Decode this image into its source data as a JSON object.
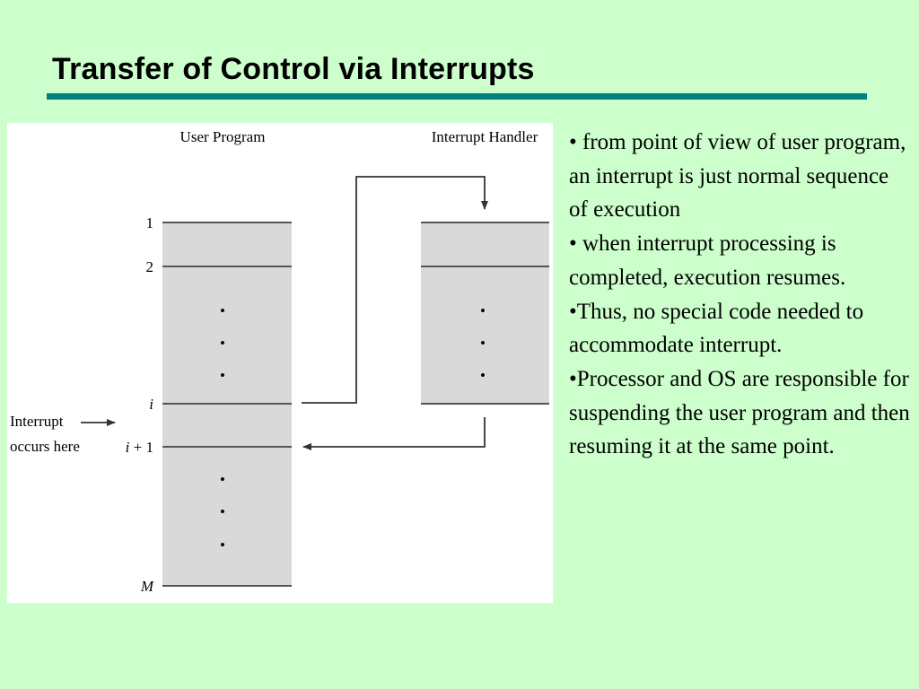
{
  "slide": {
    "title": "Transfer of Control via Interrupts"
  },
  "figure": {
    "user_program_label": "User Program",
    "interrupt_handler_label": "Interrupt Handler",
    "interrupt_note_line1": "Interrupt",
    "interrupt_note_line2": "occurs here",
    "row_labels": {
      "one": "1",
      "two": "2",
      "i": "i",
      "i_plus_1_var": "i",
      "i_plus_1_rest": " + 1",
      "m": "M"
    },
    "dot": "•",
    "colors": {
      "block_fill": "#d9d9d9",
      "line": "#555555"
    }
  },
  "bullets": [
    "• from point of view of user program, an interrupt is just normal sequence of execution",
    "• when interrupt processing is completed, execution resumes.",
    "•Thus, no special code needed to accommodate interrupt.",
    "•Processor and OS are responsible for suspending the user program and then resuming it at the same point."
  ],
  "colors": {
    "background": "#ccffcc",
    "title_rule": "#008080"
  }
}
